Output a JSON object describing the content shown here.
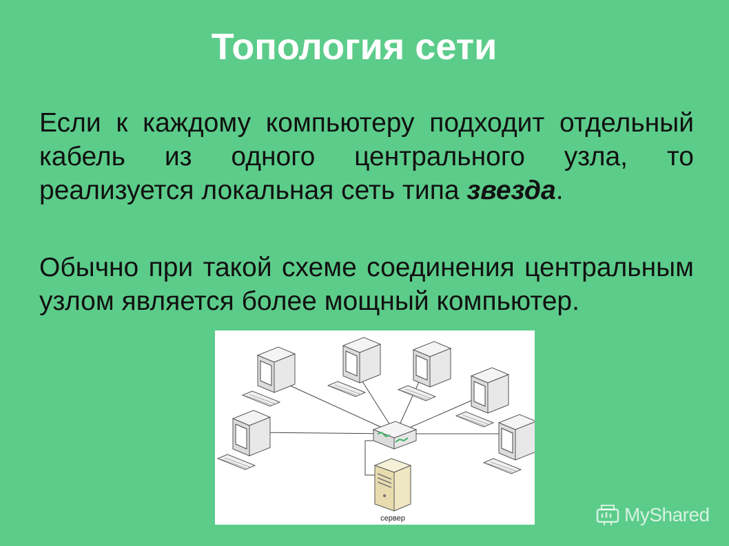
{
  "slide": {
    "title": "Топология сети",
    "paragraph1": {
      "text": "Если к каждому компьютеру подходит отдельный кабель из одного центрального узла, то реализуется локальная сеть типа ",
      "emphasis": "звезда",
      "end": "."
    },
    "paragraph2": "Обычно при такой схеме соединения центральным узлом является более мощный компьютер.",
    "diagram": {
      "server_label": "сервер"
    },
    "watermark": "MyShared"
  },
  "colors": {
    "background": "#5ccc8a",
    "title": "#ffffff",
    "text": "#111111"
  }
}
